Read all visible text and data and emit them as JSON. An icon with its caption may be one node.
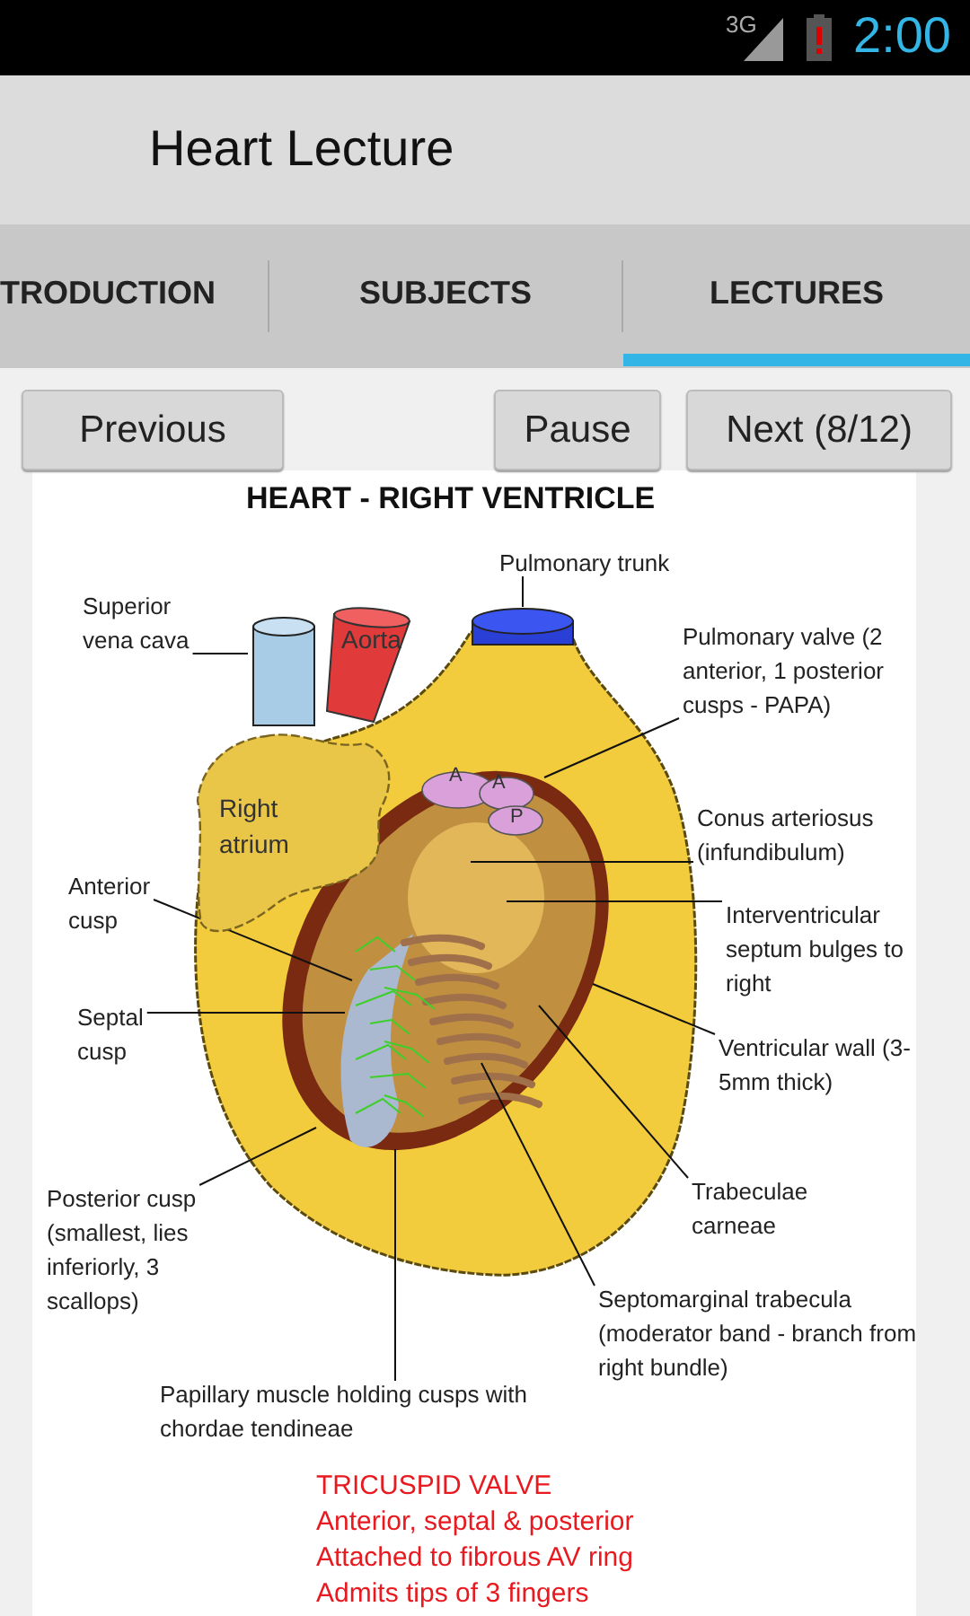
{
  "diagram": {
    "title": "HEART - RIGHT VENTRICLE",
    "nodes": [
      {
        "text": [
          "Superior vena cava"
        ]
      },
      {
        "text": [],
        "shape": "cylinder"
      },
      {
        "text": [
          "Aorta"
        ]
      },
      {
        "text": [
          "Pulmonary trunk"
        ]
      },
      {
        "text": [],
        "shape": "cylinder"
      },
      {
        "text": [
          "Right atrium"
        ]
      },
      {
        "text": [
          "Pulmonary valve (2 anterior, 1 posterior cusps - PAPA)"
        ]
      },
      {
        "text": [
          "Conus arteriosus (infundibulum)"
        ]
      },
      {
        "text": [
          "Anterior cusp"
        ]
      },
      {
        "text": [
          "Interventricular septum bulges to right"
        ]
      },
      {
        "text": [
          "Septal cusp"
        ]
      },
      {
        "text": [
          "Ventricular wall (3-5mm thick)"
        ]
      },
      {
        "text": [
          "Trabeculae carneae"
        ]
      },
      {
        "text": [
          "Posterior cusp (smallest, lies inferiorly, 3 scallops)"
        ]
      },
      {
        "text": [
          "Septomarginal trabecula (moderator band - branch from right bundle)"
        ]
      },
      {
        "text": [
          "Papillary muscle holding cusps with chordae tendineae"
        ]
      }
    ],
    "edges": [
      {
        "from": 0,
        "to": 1,
        "arrow": "none"
      },
      {
        "from": 3,
        "to": 4,
        "arrow": "none"
      },
      {
        "from": 6,
        "to": null,
        "arrow": "none"
      },
      {
        "from": 7,
        "to": null,
        "arrow": "none"
      },
      {
        "from": 8,
        "to": null,
        "arrow": "none"
      },
      {
        "from": 9,
        "to": null,
        "arrow": "none"
      },
      {
        "from": 10,
        "to": null,
        "arrow": "none"
      },
      {
        "from": 11,
        "to": null,
        "arrow": "none"
      },
      {
        "from": 12,
        "to": null,
        "arrow": "none"
      },
      {
        "from": 13,
        "to": null,
        "arrow": "none"
      },
      {
        "from": 14,
        "to": null,
        "arrow": "none"
      },
      {
        "from": 15,
        "to": null,
        "arrow": "none"
      }
    ],
    "labels": [
      "3G",
      "2:00",
      "Heart Lecture",
      "TRODUCTION",
      "SUBJECTS",
      "LECTURES",
      "Previous",
      "Pause",
      "Next (8/12)",
      "A",
      "A",
      "P",
      "TRICUSPID VALVE",
      "Anterior, septal & posterior",
      "Attached to fibrous AV ring",
      "Admits tips of 3 fingers"
    ]
  }
}
